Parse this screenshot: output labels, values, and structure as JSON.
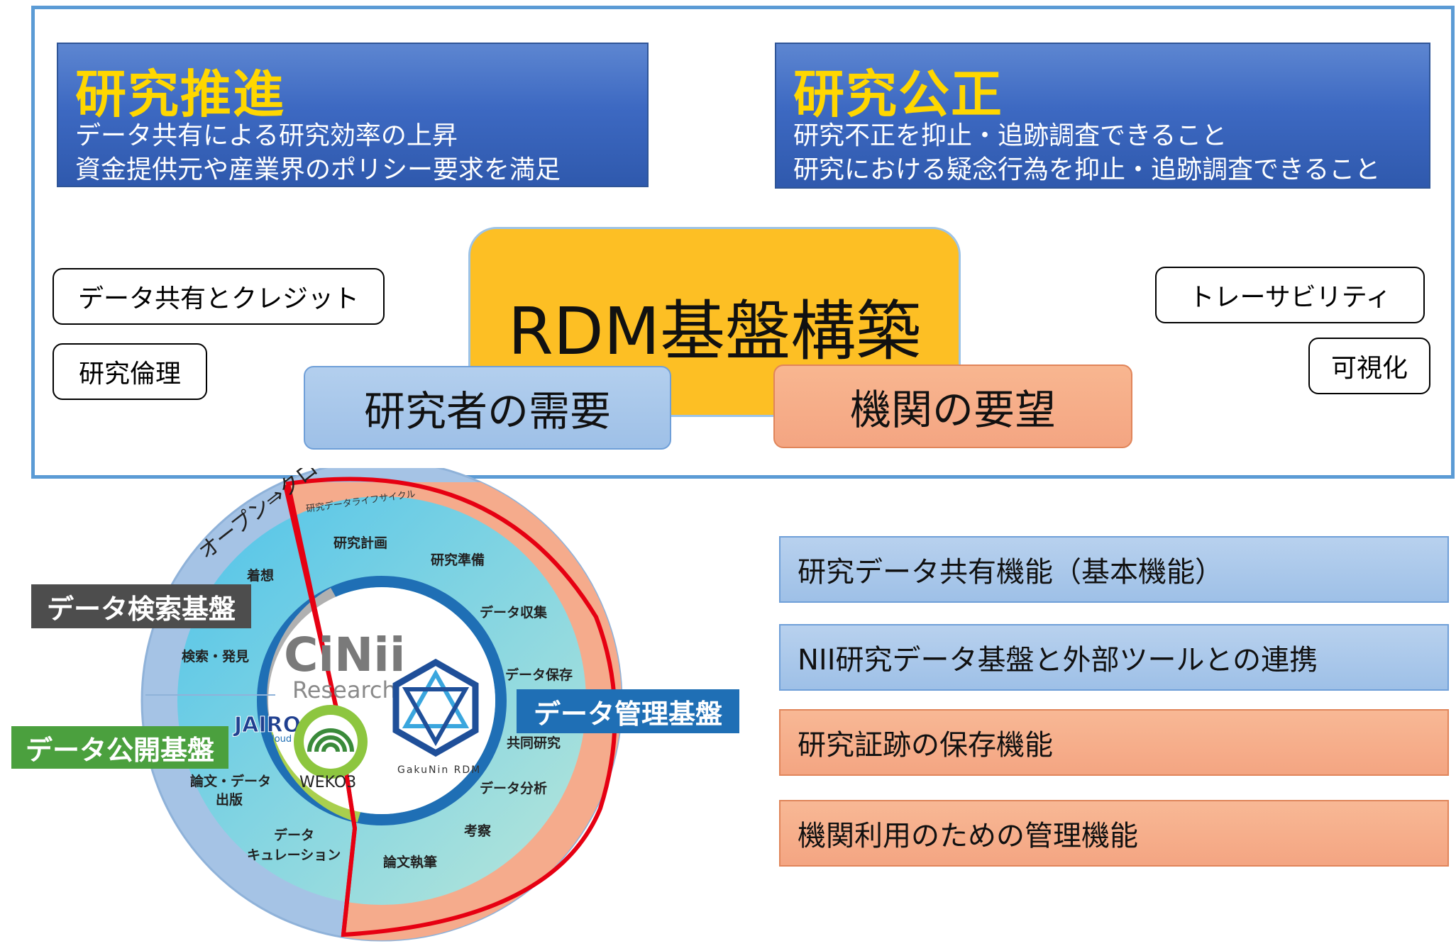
{
  "promotion": {
    "title": "研究推進",
    "lines": [
      "データ共有による研究効率の上昇",
      "資金提供元や産業界のポリシー要求を満足"
    ]
  },
  "integrity": {
    "title": "研究公正",
    "lines": [
      "研究不正を抑止・追跡調査できること",
      "研究における疑念行為を抑止・追跡調査できること"
    ]
  },
  "left_tags": [
    "データ共有とクレジット",
    "研究倫理"
  ],
  "right_tags": [
    "トレーサビリティ",
    "可視化"
  ],
  "core": {
    "label": "RDM基盤構築",
    "researcher_need": "研究者の需要",
    "institution_need": "機関の要望"
  },
  "lifecycle": {
    "arc_label": "オープン⇒クローズド",
    "ring_label": "研究データライフサイクル",
    "stages": [
      "研究計画",
      "研究準備",
      "データ収集",
      "データ保存",
      "共同研究",
      "データ分析",
      "考察",
      "論文執筆",
      "データ",
      "キュレーション",
      "論文・データ",
      "出版",
      "検索・発見",
      "着想"
    ],
    "logos": {
      "cinii_main": "CiNii",
      "cinii_sub": "Research",
      "jairo": "JAIRO",
      "jairo_sub": "Cloud",
      "weko": "WEKO3",
      "gakunin": "GakuNin RDM"
    },
    "search_platform": "データ検索基盤",
    "publish_platform": "データ公開基盤",
    "manage_platform": "データ管理基盤"
  },
  "functions": [
    {
      "label": "研究データ共有機能（基本機能）",
      "style": "blue"
    },
    {
      "label": "NII研究データ基盤と外部ツールとの連携",
      "style": "blue"
    },
    {
      "label": "研究証跡の保存機能",
      "style": "orange"
    },
    {
      "label": "機関利用のための管理機能",
      "style": "orange"
    }
  ],
  "colors": {
    "frame": "#5b9bd5",
    "panel": "#3d69c2",
    "panel_title": "#ffd700",
    "core": "#fdbf24",
    "researcher_need": "#9ec0e7",
    "institution_need": "#f4a582",
    "closed_region": "#e60012",
    "search_ribbon": "#4d4d4d",
    "publish_ribbon": "#4ba03e",
    "manage_ribbon": "#1f6fb5"
  }
}
